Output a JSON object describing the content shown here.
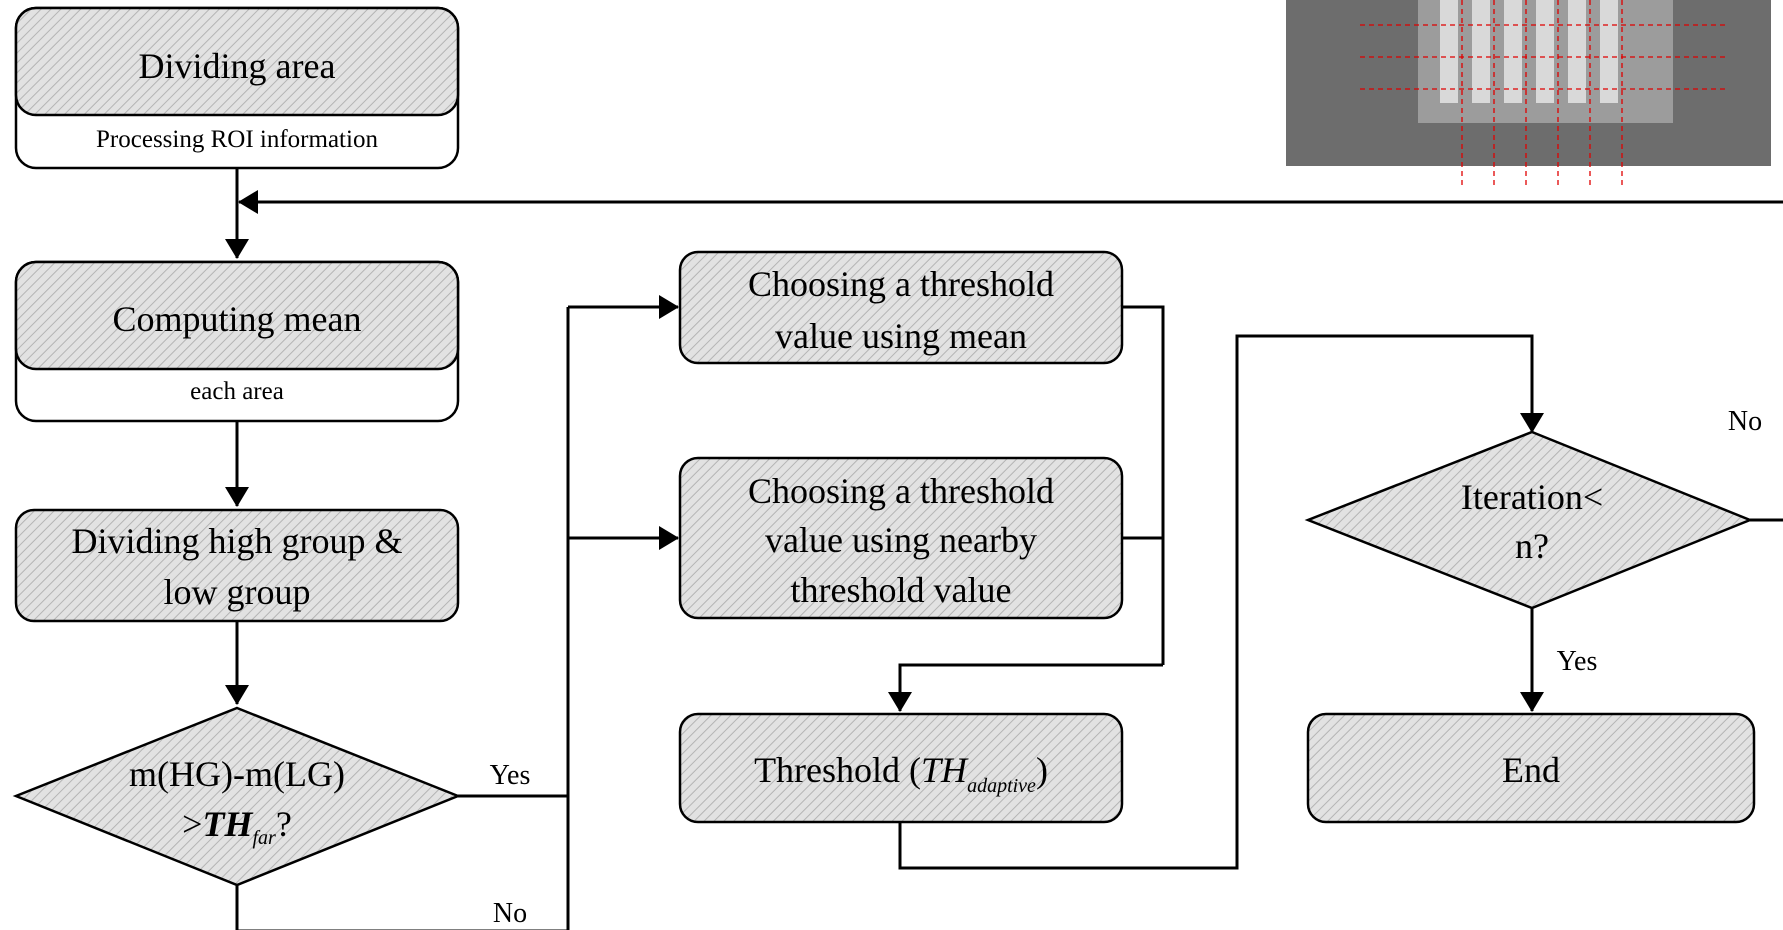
{
  "nodes": {
    "dividing_area": {
      "title": "Dividing area",
      "subtitle": "Processing ROI information"
    },
    "computing_mean": {
      "title": "Computing mean",
      "subtitle": "each area"
    },
    "dividing_groups": {
      "line1": "Dividing high group &",
      "line2": "low group"
    },
    "decision_far": {
      "line1": "m(HG)-m(LG)",
      "prefix": ">",
      "th": "TH",
      "th_sub": "far",
      "suffix": "?"
    },
    "choose_mean": {
      "line1": "Choosing a threshold",
      "line2": "value using mean"
    },
    "choose_nearby": {
      "line1": "Choosing a threshold",
      "line2": "value using nearby",
      "line3": "threshold value"
    },
    "threshold": {
      "prefix": "Threshold (",
      "th": "TH",
      "th_sub": "adaptive",
      "suffix": ")"
    },
    "iteration": {
      "line1": "Iteration<",
      "line2": "n?"
    },
    "end": {
      "label": "End"
    }
  },
  "edges": {
    "far_yes": "Yes",
    "far_no": "No",
    "iter_yes": "Yes",
    "iter_no": "No"
  },
  "colors": {
    "box_fill": "#e2e2e2",
    "hatch": "#b4b4b4",
    "image_bg": "#6d6d6d",
    "image_mid": "#9c9c9c",
    "image_bar": "#d9d9d9",
    "guide": "#e00000"
  }
}
